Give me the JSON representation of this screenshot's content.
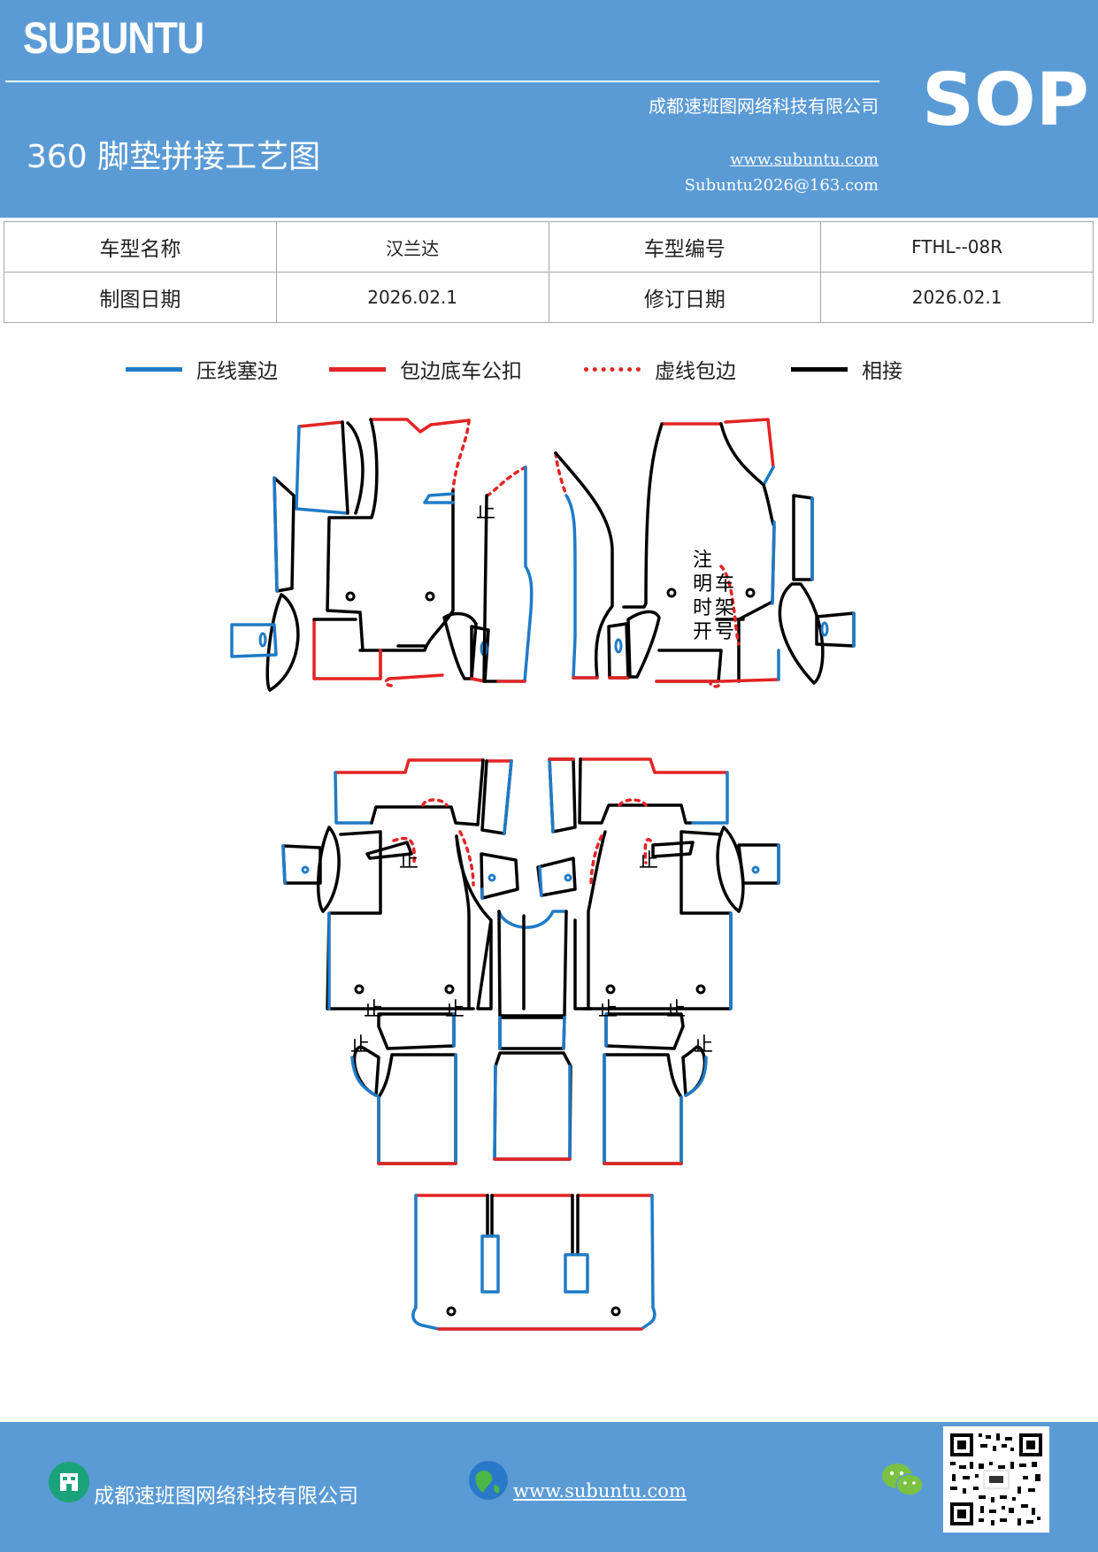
{
  "header": {
    "logo": "SUBUNTU",
    "badge": "SOP",
    "company": "成都速班图网络科技有限公司",
    "title": "360 脚垫拼接工艺图",
    "website": "www.subuntu.com",
    "email": "Subuntu2026@163.com"
  },
  "info_table": {
    "row1": {
      "label1": "车型名称",
      "value1": "汉兰达",
      "label2": "车型编号",
      "value2": "FTHL--08R"
    },
    "row2": {
      "label1": "制图日期",
      "value1": "2026.02.1",
      "label2": "修订日期",
      "value2": "2026.02.1"
    }
  },
  "legend": [
    {
      "label": "压线塞边",
      "color": "#1f7bc6",
      "style": "solid"
    },
    {
      "label": "包边底车公扣",
      "color": "#e32424",
      "style": "solid"
    },
    {
      "label": "虚线包边",
      "color": "#e32424",
      "style": "dotted"
    },
    {
      "label": "相接",
      "color": "#000000",
      "style": "solid"
    }
  ],
  "diagram": {
    "stop_mark": "止",
    "note_col1": [
      "注",
      "明",
      "时",
      "开"
    ],
    "note_col2": [
      "车",
      "架",
      "号"
    ]
  },
  "footer": {
    "company": "成都速班图网络科技有限公司",
    "website": "www.subuntu.com",
    "icons": [
      "building-icon",
      "globe-icon",
      "wechat-icon",
      "qr-code"
    ]
  }
}
